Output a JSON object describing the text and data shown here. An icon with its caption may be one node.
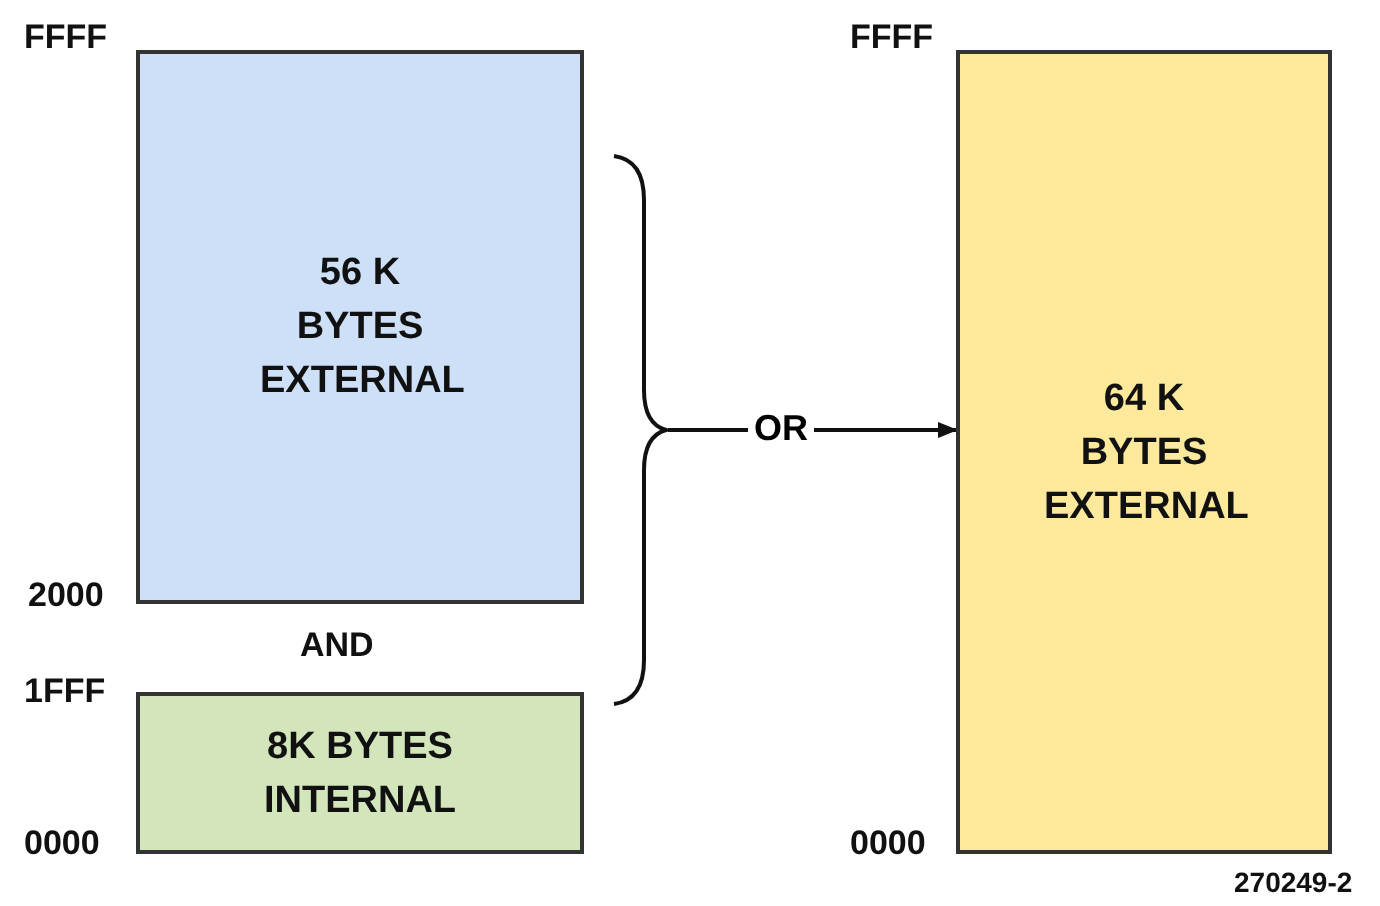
{
  "diagram": {
    "nodes": [
      {
        "text": [
          "56 K BYTES EXTERNAL"
        ]
      },
      {
        "text": [
          "8K BYTES INTERNAL"
        ]
      },
      {
        "text": [
          "64 K BYTES EXTERNAL"
        ]
      },
      {
        "text": [],
        "shape": "bracket"
      }
    ],
    "edges": [
      {
        "from": 3,
        "to": 2,
        "arrow": "to",
        "label": "OR"
      }
    ],
    "labels": [
      "FFFF",
      "FFFF",
      "2000",
      "AND",
      "1FFF",
      "0000",
      "0000",
      "270249-2"
    ]
  }
}
